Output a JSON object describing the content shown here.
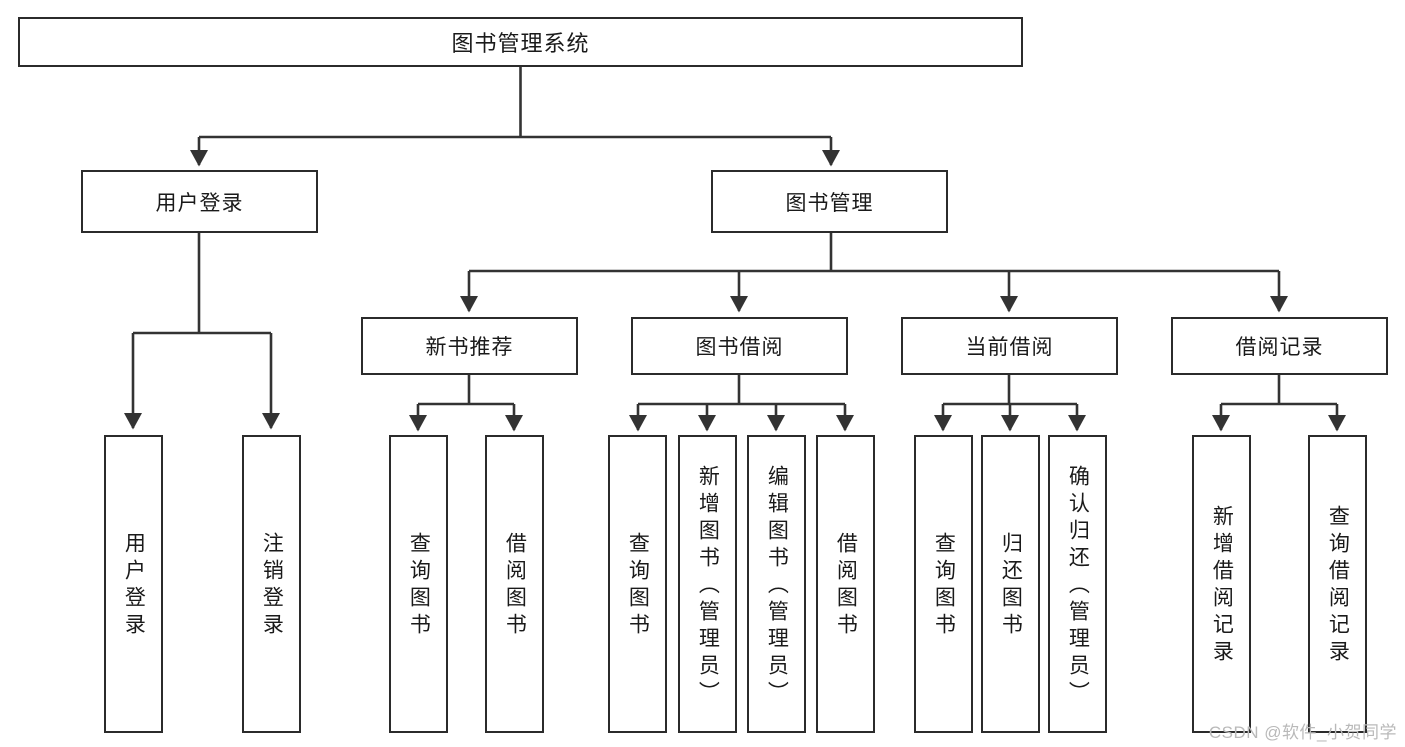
{
  "diagram": {
    "type": "tree-hierarchy",
    "title": "图书管理系统",
    "orientation": "top-down",
    "colors": {
      "box_stroke": "#2b2b2b",
      "box_fill": "#ffffff",
      "connector": "#333333",
      "text": "#1a1a1a",
      "watermark": "#b9b9b9",
      "background": "#ffffff"
    }
  },
  "root": {
    "label": "图书管理系统"
  },
  "level2": [
    {
      "id": "user-login",
      "label": "用户登录"
    },
    {
      "id": "book-management",
      "label": "图书管理"
    }
  ],
  "level3": [
    {
      "id": "new-book-recommend",
      "label": "新书推荐",
      "parent": "book-management"
    },
    {
      "id": "book-borrow",
      "label": "图书借阅",
      "parent": "book-management"
    },
    {
      "id": "current-borrow",
      "label": "当前借阅",
      "parent": "book-management"
    },
    {
      "id": "borrow-record",
      "label": "借阅记录",
      "parent": "book-management"
    }
  ],
  "leaves": [
    {
      "id": "leaf-user-login",
      "label": "用户登录",
      "parent": "user-login"
    },
    {
      "id": "leaf-user-logout",
      "label": "注销登录",
      "parent": "user-login"
    },
    {
      "id": "leaf-query-book-1",
      "label": "查询图书",
      "parent": "new-book-recommend"
    },
    {
      "id": "leaf-borrow-book-1",
      "label": "借阅图书",
      "parent": "new-book-recommend"
    },
    {
      "id": "leaf-query-book-2",
      "label": "查询图书",
      "parent": "book-borrow"
    },
    {
      "id": "leaf-add-book",
      "label": "新增图书（管理员）",
      "parent": "book-borrow"
    },
    {
      "id": "leaf-edit-book",
      "label": "编辑图书（管理员）",
      "parent": "book-borrow"
    },
    {
      "id": "leaf-borrow-book-2",
      "label": "借阅图书",
      "parent": "book-borrow"
    },
    {
      "id": "leaf-query-book-3",
      "label": "查询图书",
      "parent": "current-borrow"
    },
    {
      "id": "leaf-return-book",
      "label": "归还图书",
      "parent": "current-borrow"
    },
    {
      "id": "leaf-confirm-return",
      "label": "确认归还（管理员）",
      "parent": "current-borrow"
    },
    {
      "id": "leaf-add-record",
      "label": "新增借阅记录",
      "parent": "borrow-record"
    },
    {
      "id": "leaf-query-record",
      "label": "查询借阅记录",
      "parent": "borrow-record"
    }
  ],
  "watermark": {
    "text": "CSDN @软件_小贺同学"
  }
}
